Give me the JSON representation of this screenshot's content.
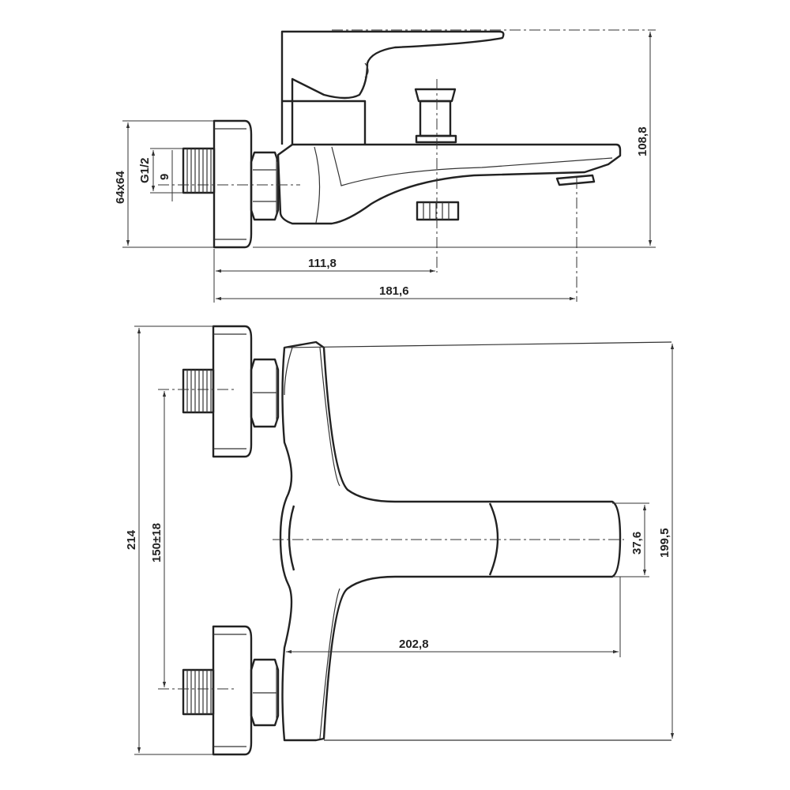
{
  "drawing": {
    "side_view": {
      "escutcheon_size": "64x64",
      "thread": "G1/2",
      "thread_depth": "9",
      "outlet_distance": "111,8",
      "spout_reach": "181,6",
      "height": "108,8"
    },
    "plan_view": {
      "total_width": "214",
      "inlet_spacing": "150±18",
      "lever_width": "37,6",
      "body_width": "199,5",
      "lever_length": "202,8"
    }
  }
}
